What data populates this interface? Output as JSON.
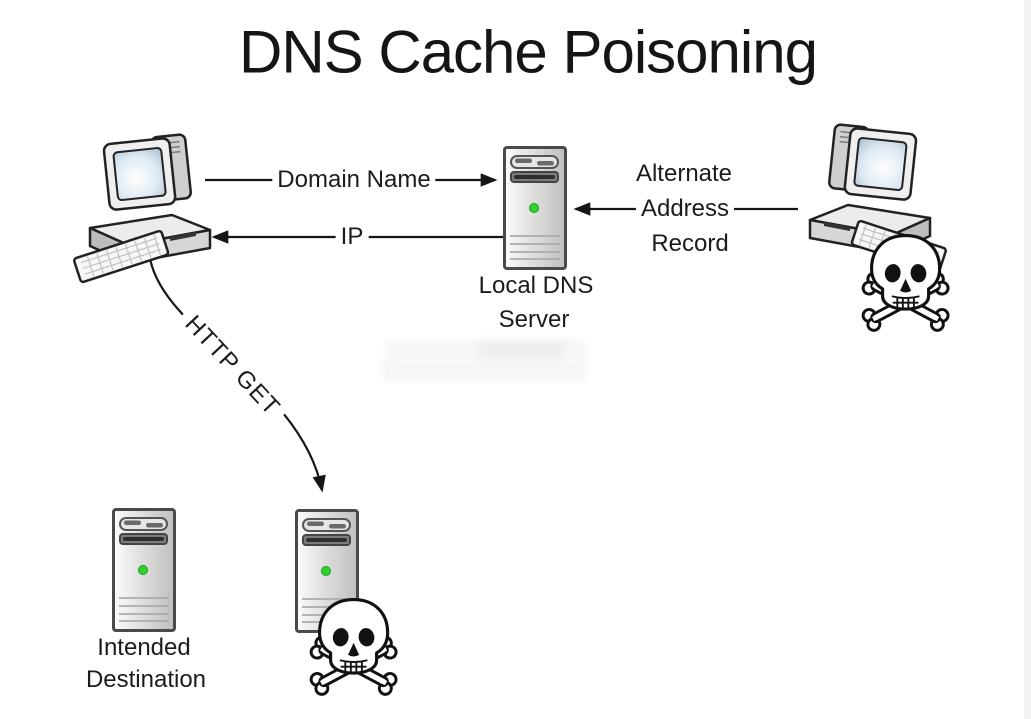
{
  "title": "DNS Cache Poisoning",
  "edges": {
    "domain_name": {
      "label": "Domain Name",
      "direction": "client-to-dns"
    },
    "ip": {
      "label": "IP",
      "direction": "dns-to-client"
    },
    "alternate_address": {
      "label_lines": [
        "Alternate",
        "Address",
        "Record"
      ],
      "direction": "attacker-to-dns"
    },
    "http_get": {
      "label": "HTTP GET",
      "direction": "client-to-malicious-server"
    }
  },
  "nodes": {
    "client": {
      "icon": "desktop-computer-icon"
    },
    "local_dns": {
      "icon": "server-tower-icon",
      "label_lines": [
        "Local DNS",
        "Server"
      ]
    },
    "attacker": {
      "icon": "desktop-computer-icon",
      "badge_icon": "skull-crossbones-icon"
    },
    "intended_destination": {
      "icon": "server-tower-icon",
      "label_lines": [
        "Intended",
        "Destination"
      ]
    },
    "malicious_destination": {
      "icon": "server-tower-icon",
      "badge_icon": "skull-crossbones-icon"
    }
  },
  "colors": {
    "background": "#ffffff",
    "line": "#161616",
    "text": "#1c1c1c",
    "led_green": "#2ed32e",
    "server_body_light": "#fbfbfb",
    "server_body_dark": "#bfbfbf",
    "screen_blue": "#9fb8cc",
    "watermark_blur": "#f4f4f4"
  }
}
